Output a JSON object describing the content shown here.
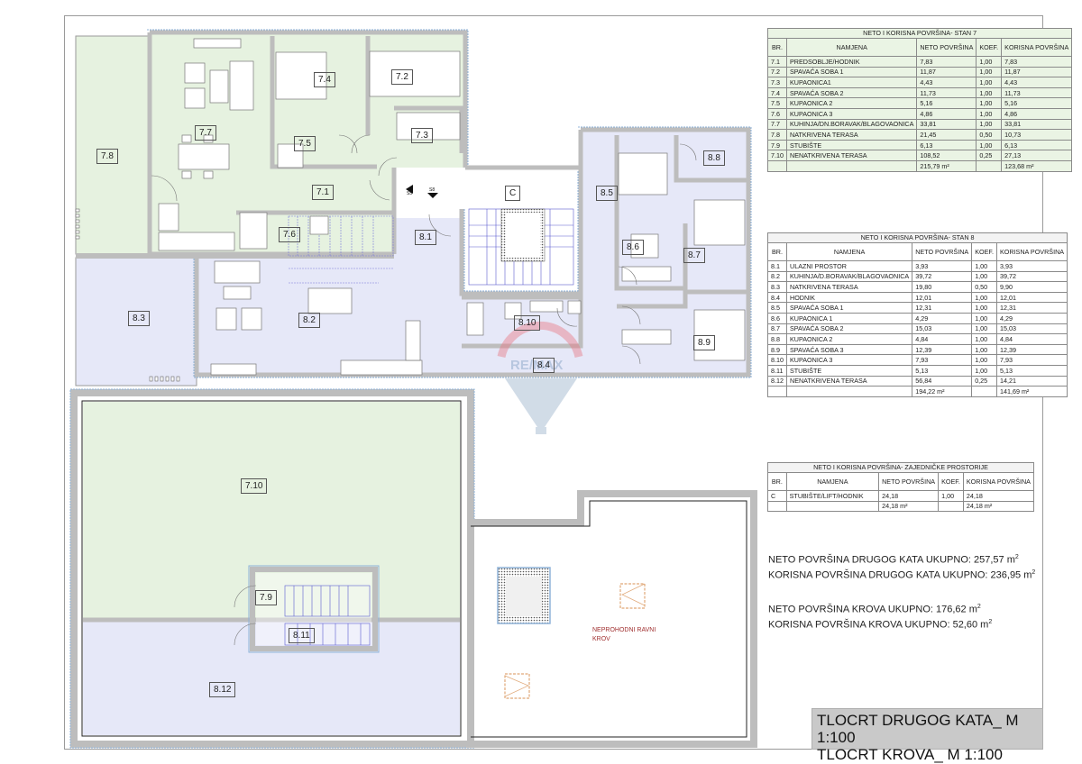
{
  "drawing": {
    "title_lines": [
      "TLOCRT DRUGOG KATA_ M 1:100",
      "TLOCRT KROVA_ M 1:100"
    ],
    "watermark": "RE/MAX",
    "roof_note_line1": "NEPROHODNI RAVNI",
    "roof_note_line2": "KROV",
    "colors": {
      "stan7_fill": "#e6f2e0",
      "stan8_fill": "#e6e8f8",
      "wall": "#c8c8c8",
      "wall_edge": "#8fb3d9",
      "stairs": "#5a5acf",
      "roof_hatch": "#e0a878",
      "table_header": "#e4ecf6"
    }
  },
  "room_labels": {
    "r7_1": "7.1",
    "r7_2": "7.2",
    "r7_3": "7.3",
    "r7_4": "7.4",
    "r7_5": "7.5",
    "r7_6": "7.6",
    "r7_7": "7.7",
    "r7_8": "7.8",
    "r7_9": "7.9",
    "r7_10": "7.10",
    "r8_1": "8.1",
    "r8_2": "8.2",
    "r8_3": "8.3",
    "r8_4": "8.4",
    "r8_5": "8.5",
    "r8_6": "8.6",
    "r8_7": "8.7",
    "r8_8": "8.8",
    "r8_9": "8.9",
    "r8_10": "8.10",
    "r8_11": "8.11",
    "r8_12": "8.12",
    "c": "C",
    "stair_mark_up": "S5",
    "stair_mark_down": "S8"
  },
  "tables": {
    "headers": {
      "br": "BR.",
      "namjena": "NAMJENA",
      "neto": "NETO POVRŠINA",
      "koef": "KOEF.",
      "korisna": "KORISNA POVRŠINA"
    },
    "stan7": {
      "title": "NETO I KORISNA POVRŠINA- STAN 7",
      "rows": [
        {
          "br": "7.1",
          "namjena": "PREDSOBLJE/HODNIK",
          "neto": "7,83",
          "koef": "1,00",
          "korisna": "7,83"
        },
        {
          "br": "7.2",
          "namjena": "SPAVAĆA SOBA 1",
          "neto": "11,87",
          "koef": "1,00",
          "korisna": "11,87"
        },
        {
          "br": "7.3",
          "namjena": "KUPAONICA1",
          "neto": "4,43",
          "koef": "1,00",
          "korisna": "4,43"
        },
        {
          "br": "7.4",
          "namjena": "SPAVAĆA SOBA 2",
          "neto": "11,73",
          "koef": "1,00",
          "korisna": "11,73"
        },
        {
          "br": "7.5",
          "namjena": "KUPAONICA 2",
          "neto": "5,16",
          "koef": "1,00",
          "korisna": "5,16"
        },
        {
          "br": "7.6",
          "namjena": "KUPAONICA 3",
          "neto": "4,86",
          "koef": "1,00",
          "korisna": "4,86"
        },
        {
          "br": "7.7",
          "namjena": "KUHINJA/DN.BORAVAK/BLAGOVAONICA",
          "neto": "33,81",
          "koef": "1,00",
          "korisna": "33,81"
        },
        {
          "br": "7.8",
          "namjena": "NATKRIVENA TERASA",
          "neto": "21,45",
          "koef": "0,50",
          "korisna": "10,73"
        },
        {
          "br": "7.9",
          "namjena": "STUBIŠTE",
          "neto": "6,13",
          "koef": "1,00",
          "korisna": "6,13"
        },
        {
          "br": "7.10",
          "namjena": "NENATKRIVENA TERASA",
          "neto": "108,52",
          "koef": "0,25",
          "korisna": "27,13"
        }
      ],
      "total_neto": "215,79 m²",
      "total_korisna": "123,68 m²"
    },
    "stan8": {
      "title": "NETO I KORISNA POVRŠINA- STAN 8",
      "rows": [
        {
          "br": "8.1",
          "namjena": "ULAZNI PROSTOR",
          "neto": "3,93",
          "koef": "1,00",
          "korisna": "3,93"
        },
        {
          "br": "8.2",
          "namjena": "KUHINJA/D.BORAVAK/BLAGOVAONICA",
          "neto": "39,72",
          "koef": "1,00",
          "korisna": "39,72"
        },
        {
          "br": "8.3",
          "namjena": "NATKRIVENA TERASA",
          "neto": "19,80",
          "koef": "0,50",
          "korisna": "9,90"
        },
        {
          "br": "8.4",
          "namjena": "HODNIK",
          "neto": "12,01",
          "koef": "1,00",
          "korisna": "12,01"
        },
        {
          "br": "8.5",
          "namjena": "SPAVAĆA SOBA 1",
          "neto": "12,31",
          "koef": "1,00",
          "korisna": "12,31"
        },
        {
          "br": "8.6",
          "namjena": "KUPAONICA 1",
          "neto": "4,29",
          "koef": "1,00",
          "korisna": "4,29"
        },
        {
          "br": "8.7",
          "namjena": "SPAVAĆA SOBA 2",
          "neto": "15,03",
          "koef": "1,00",
          "korisna": "15,03"
        },
        {
          "br": "8.8",
          "namjena": "KUPAONICA 2",
          "neto": "4,84",
          "koef": "1,00",
          "korisna": "4,84"
        },
        {
          "br": "8.9",
          "namjena": "SPAVAĆA SOBA 3",
          "neto": "12,39",
          "koef": "1,00",
          "korisna": "12,39"
        },
        {
          "br": "8.10",
          "namjena": "KUPAONICA 3",
          "neto": "7,93",
          "koef": "1,00",
          "korisna": "7,93"
        },
        {
          "br": "8.11",
          "namjena": "STUBIŠTE",
          "neto": "5,13",
          "koef": "1,00",
          "korisna": "5,13"
        },
        {
          "br": "8.12",
          "namjena": "NENATKRIVENA TERASA",
          "neto": "56,84",
          "koef": "0,25",
          "korisna": "14,21"
        }
      ],
      "total_neto": "194,22 m²",
      "total_korisna": "141,69 m²"
    },
    "common": {
      "title": "NETO I KORISNA POVRŠINA- ZAJEDNIČKE PROSTORIJE",
      "rows": [
        {
          "br": "C",
          "namjena": "STUBIŠTE/LIFT/HODNIK",
          "neto": "24,18",
          "koef": "1,00",
          "korisna": "24,18"
        }
      ],
      "total_neto": "24,18 m²",
      "total_korisna": "24,18 m²"
    }
  },
  "summary": {
    "floor_neto": "NETO POVRŠINA DRUGOG KATA UKUPNO: 257,57 m",
    "floor_korisna": "KORISNA POVRŠINA DRUGOG KATA UKUPNO: 236,95 m",
    "roof_neto": "NETO POVRŠINA KROVA UKUPNO: 176,62 m",
    "roof_korisna": "KORISNA POVRŠINA KROVA UKUPNO: 52,60 m",
    "unit_exp": "2"
  }
}
